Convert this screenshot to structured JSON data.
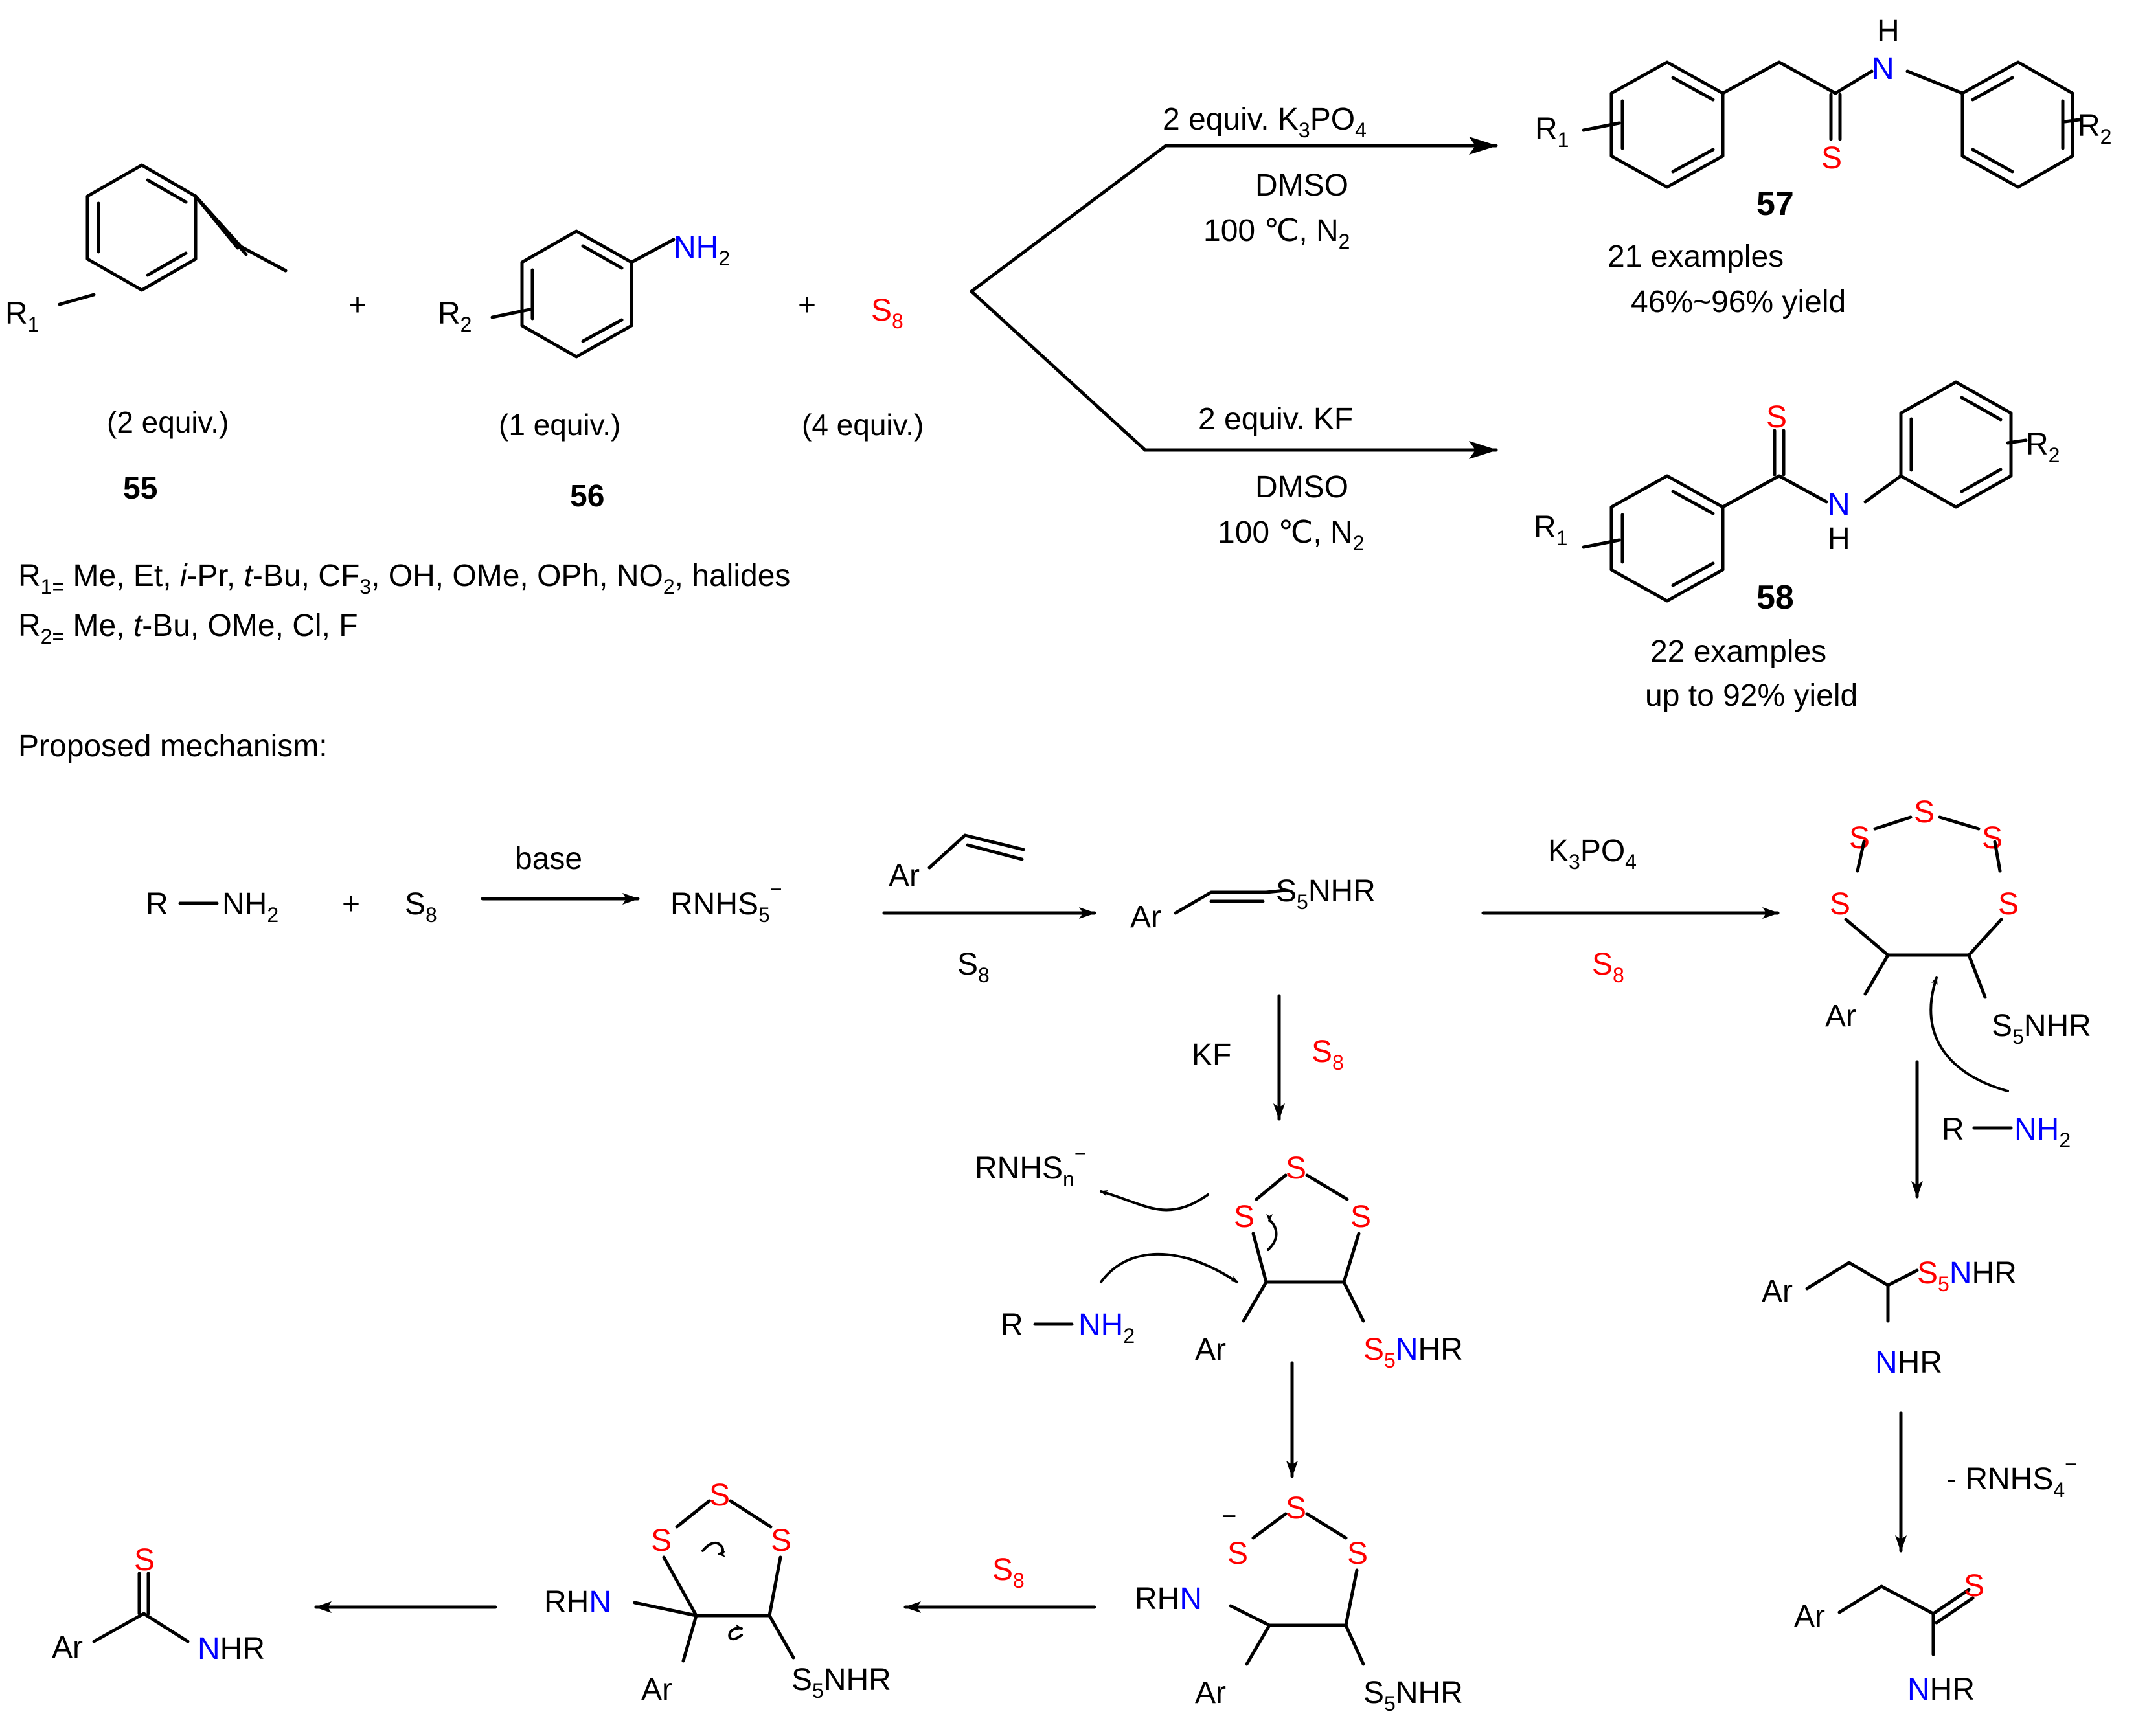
{
  "top": {
    "r1": "R",
    "r1_sub": "1",
    "r2": "R",
    "r2_sub": "2",
    "plus": "+",
    "nh2": "NH",
    "nh2_sub": "2",
    "s8": "S",
    "s8_sub": "8",
    "equiv_55": "(2 equiv.)",
    "equiv_56": "(1 equiv.)",
    "equiv_s8": "(4 equiv.)",
    "label_55": "55",
    "label_56": "56",
    "cond_upper_1a": "2 equiv. K",
    "cond_upper_1b": "3",
    "cond_upper_1c": "PO",
    "cond_upper_1d": "4",
    "cond_upper_2": "DMSO",
    "cond_upper_3": "100 ℃, N",
    "cond_upper_3_sub": "2",
    "cond_lower_1": "2 equiv. KF",
    "cond_lower_2": "DMSO",
    "cond_lower_3": "100 ℃, N",
    "cond_lower_3_sub": "2",
    "label_57": "57",
    "examples_57": "21 examples",
    "yield_57": "46%~96% yield",
    "label_58": "58",
    "examples_58": "22 examples",
    "yield_58": "up to 92% yield",
    "atom_S": "S",
    "atom_N": "N",
    "atom_H": "H",
    "subst_r1": "R",
    "subst_r1_sub": "1=",
    "subst_r1_text_a": " Me, Et, ",
    "subst_r1_italic_a": "i",
    "subst_r1_text_b": "-Pr, ",
    "subst_r1_italic_b": "t",
    "subst_r1_text_c": "-Bu, CF",
    "subst_r1_sub_c": "3",
    "subst_r1_text_d": ", OH, OMe, OPh, NO",
    "subst_r1_sub_d": "2",
    "subst_r1_text_e": ", halides",
    "subst_r2": "R",
    "subst_r2_sub": "2=",
    "subst_r2_text_a": " Me, ",
    "subst_r2_italic": "t",
    "subst_r2_text_b": "-Bu, OMe, Cl, F"
  },
  "mechanism": {
    "heading": "Proposed mechanism:",
    "rnh2_r": "R",
    "rnh2_nh": "NH",
    "rnh2_sub": "2",
    "plus": "+",
    "s8": "S",
    "s8_sub": "8",
    "base": "base",
    "rnhs5": "RNHS",
    "rnhs5_sub": "5",
    "minus": "−",
    "ar": "Ar",
    "s5nhr_s": "S",
    "s5nhr_sub": "5",
    "s5nhr_rest": "NHR",
    "k3po4_a": "K",
    "k3po4_b": "3",
    "k3po4_c": "PO",
    "k3po4_d": "4",
    "kf": "KF",
    "rnhsn": "RNHS",
    "rnhsn_sub": "n",
    "rnhs4": "- RNHS",
    "rnhs4_sub": "4",
    "rhn": "RH",
    "n": "N",
    "hr": "HR",
    "s": "S"
  },
  "colors": {
    "sulfur": "#ff0000",
    "nitrogen": "#0000ff",
    "ink": "#000000"
  }
}
